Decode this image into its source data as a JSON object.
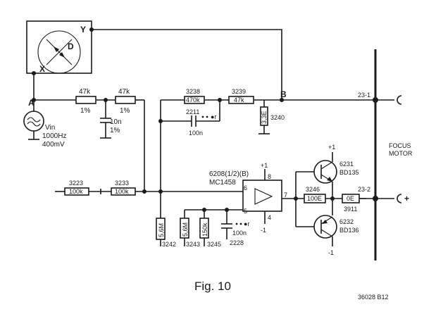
{
  "figure": {
    "caption": "Fig. 10",
    "code": "36028 B12"
  },
  "scope": {
    "y_label": "Y",
    "x_label": "X",
    "d_label": "D"
  },
  "nodes": {
    "a": "A",
    "b": "B"
  },
  "source": {
    "name": "Vin",
    "freq": "1000Hz",
    "level": "400mV"
  },
  "input_network": {
    "r1_value": "47k",
    "r1_tol": "1%",
    "r2_value": "47k",
    "r2_tol": "1%",
    "c_value": "10n",
    "c_tol": "1%"
  },
  "feedback": {
    "r3238_ref": "3238",
    "r3238_val": "470k",
    "r3239_ref": "3239",
    "r3239_val": "47k",
    "c2211_ref": "2211",
    "c2211_val": "100n",
    "r3240_ref": "3240",
    "r3240_val": "3,3E"
  },
  "input_chain": {
    "r3223_ref": "3223",
    "r3223_val": "100k",
    "r3233_ref": "3233",
    "r3233_val": "100k"
  },
  "opamp": {
    "ref": "6208(1/2)(B)",
    "type": "MC1458",
    "pin6": "6",
    "pin5": "5",
    "pin7": "7",
    "pin8": "8",
    "pin4": "4",
    "v_pos": "+1",
    "v_neg": "-1"
  },
  "bias": {
    "r3242_ref": "3242",
    "r3242_val": "5,6M",
    "r3243_ref": "3243",
    "r3243_val": "5,6M",
    "r3245_ref": "3245",
    "r3245_val": "150k",
    "c2228_ref": "2228",
    "c2228_val": "100n"
  },
  "output_stage": {
    "t6231_ref": "6231",
    "t6231_type": "BD135",
    "t6231_supply": "+1",
    "t6232_ref": "6232",
    "t6232_type": "BD136",
    "t6232_supply": "-1",
    "r3246_ref": "3246",
    "r3246_val": "100E",
    "r3911_ref": "3911",
    "r3911_val": "0E"
  },
  "connectors": {
    "c1": "23-1",
    "c2": "23-2",
    "plus": "+",
    "motor_line1": "FOCUS",
    "motor_line2": "MOTOR"
  }
}
